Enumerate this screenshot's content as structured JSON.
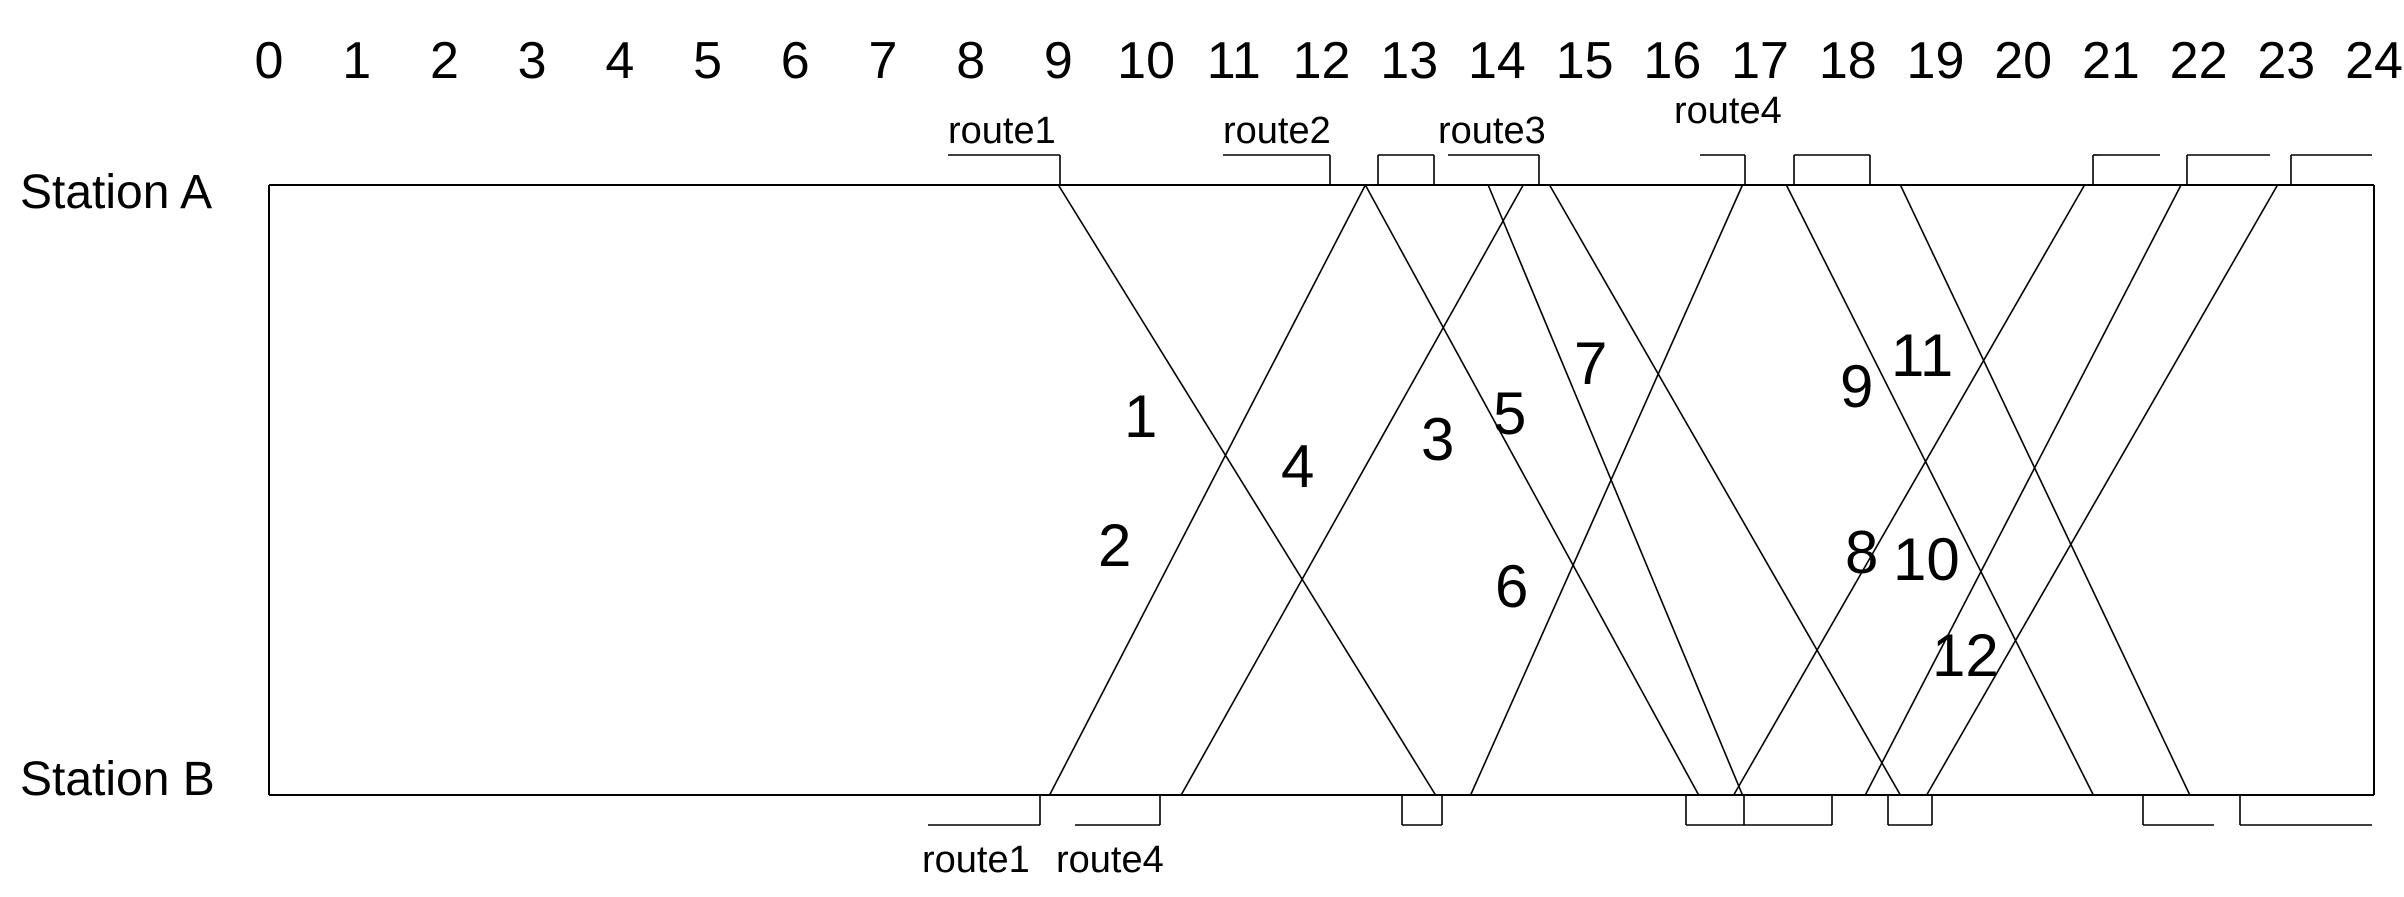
{
  "hours": [
    "0",
    "1",
    "2",
    "3",
    "4",
    "5",
    "6",
    "7",
    "8",
    "9",
    "10",
    "11",
    "12",
    "13",
    "14",
    "15",
    "16",
    "17",
    "18",
    "19",
    "20",
    "21",
    "22",
    "23",
    "24"
  ],
  "stations": {
    "a": "Station A",
    "b": "Station B"
  },
  "route_labels_top": [
    {
      "id": "top-route1",
      "text": "route1"
    },
    {
      "id": "top-route2",
      "text": "route2"
    },
    {
      "id": "top-route3",
      "text": "route3"
    },
    {
      "id": "top-route4",
      "text": "route4"
    }
  ],
  "route_labels_bottom": [
    {
      "id": "bottom-route1",
      "text": "route1"
    },
    {
      "id": "bottom-route4",
      "text": "route4"
    }
  ],
  "trains": [
    {
      "label": "1",
      "from": "A",
      "depart": 9.0,
      "arrive": 13.3
    },
    {
      "label": "2",
      "from": "B",
      "depart": 8.9,
      "arrive": 12.5
    },
    {
      "label": "3",
      "from": "A",
      "depart": 12.5,
      "arrive": 16.3
    },
    {
      "label": "4",
      "from": "B",
      "depart": 10.4,
      "arrive": 14.3
    },
    {
      "label": "5",
      "from": "A",
      "depart": 13.9,
      "arrive": 16.8
    },
    {
      "label": "6",
      "from": "B",
      "depart": 13.7,
      "arrive": 16.8
    },
    {
      "label": "7",
      "from": "A",
      "depart": 14.6,
      "arrive": 18.6
    },
    {
      "label": "8",
      "from": "B",
      "depart": 16.7,
      "arrive": 20.7
    },
    {
      "label": "9",
      "from": "A",
      "depart": 17.3,
      "arrive": 20.8
    },
    {
      "label": "10",
      "from": "B",
      "depart": 18.2,
      "arrive": 21.8
    },
    {
      "label": "11",
      "from": "A",
      "depart": 18.6,
      "arrive": 21.9
    },
    {
      "label": "12",
      "from": "B",
      "depart": 18.9,
      "arrive": 22.9
    }
  ]
}
